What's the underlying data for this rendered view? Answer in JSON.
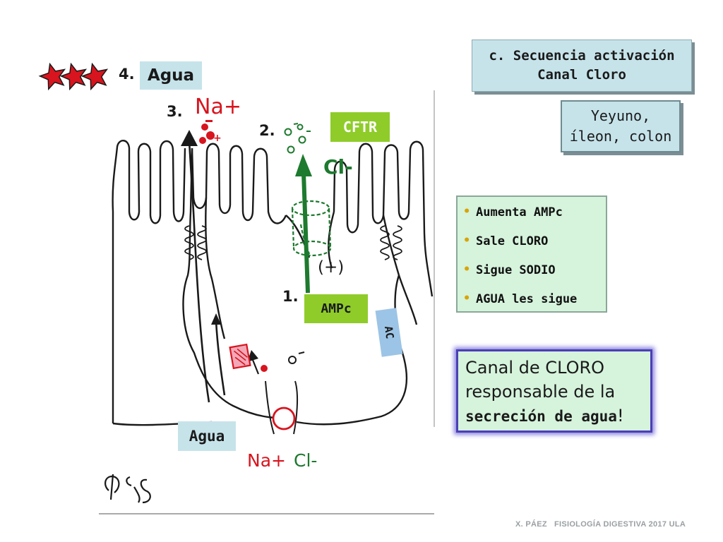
{
  "title": {
    "line1": "c. Secuencia activación",
    "line2": "Canal Cloro"
  },
  "location": {
    "line1": "Yeyuno,",
    "line2": "íleon, colon"
  },
  "bullets": [
    "Aumenta AMPc",
    "Sale CLORO",
    "Sigue SODIO",
    "AGUA les sigue"
  ],
  "summary": {
    "line1": "Canal de CLORO",
    "line2": "responsable de la",
    "line3_bold": "secreción de agua",
    "line3_end": "!"
  },
  "diagram": {
    "stars": "***",
    "step4": "4.",
    "agua_top": "Agua",
    "step3": "3.",
    "na_top": "Na+",
    "step2": "2.",
    "cftr": "CFTR",
    "cl_top": "Cl-",
    "plus": "(+)",
    "step1": "1.",
    "ampc": "AMPc",
    "ac": "AC",
    "agua_bottom": "Agua",
    "na_bottom": "Na+",
    "cl_bottom": "Cl-",
    "handwriting": "φS"
  },
  "footer": "X. PÁEZ   FISIOLOGÍA DIGESTIVA 2017 ULA",
  "colors": {
    "red": "#d8141e",
    "green": "#1d7a2e",
    "dark": "#1a1a1a",
    "box_blue": "#c6e3ea",
    "box_green": "#d6f3dc",
    "ampc_green": "#8fcc2a",
    "ac_blue": "#9cc4e6"
  }
}
